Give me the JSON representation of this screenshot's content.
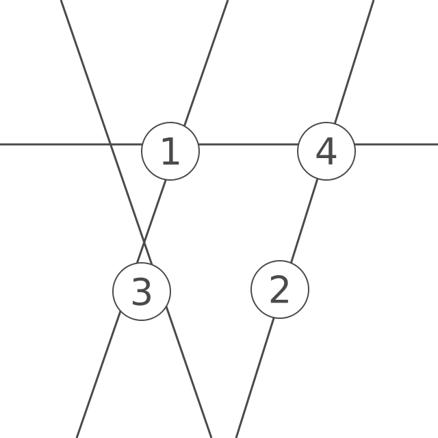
{
  "diagram": {
    "line_color": "#4a4a4a",
    "background": "#ffffff",
    "nodes": [
      {
        "id": "node-1",
        "label": "1"
      },
      {
        "id": "node-4",
        "label": "4"
      },
      {
        "id": "node-3",
        "label": "3"
      },
      {
        "id": "node-2",
        "label": "2"
      }
    ]
  }
}
